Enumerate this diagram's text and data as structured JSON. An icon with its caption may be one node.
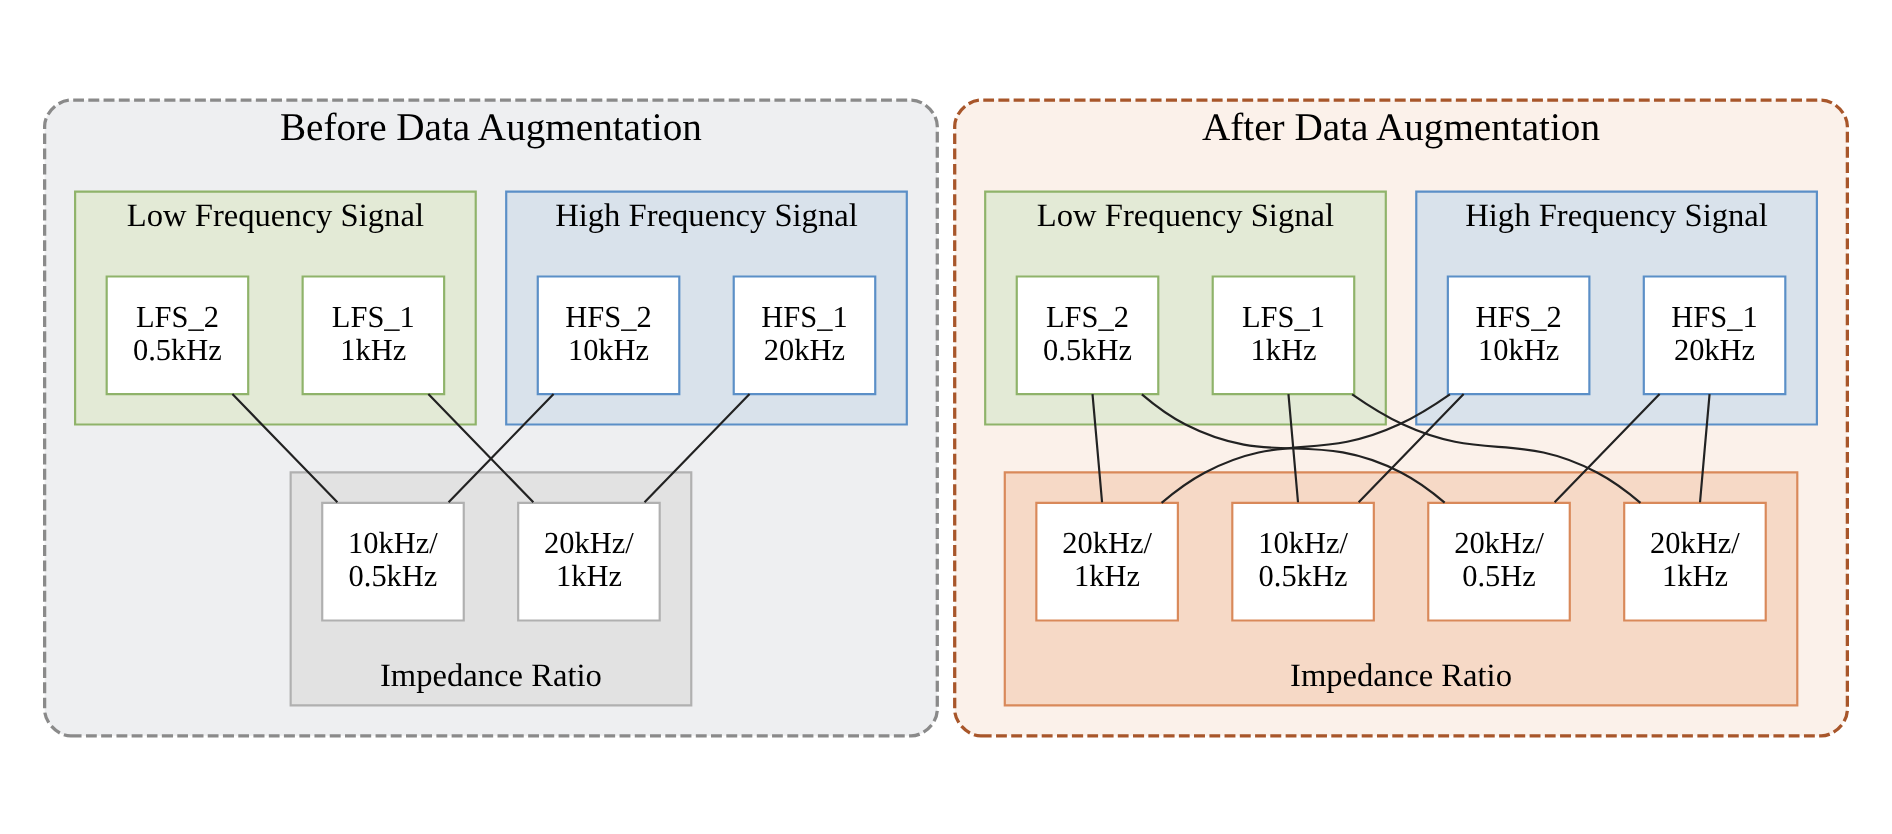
{
  "diagram": {
    "nodes": [
      {
        "text": [
          "Before Data Augmentation"
        ]
      },
      {
        "text": [
          "High Frequency Signal"
        ],
        "in": 0
      },
      {
        "text": [
          "HFS_1 20kHz"
        ],
        "in": 1
      },
      {
        "text": [
          "HFS_2 10kHz"
        ],
        "in": 1
      },
      {
        "text": [
          "Low Frequency Signal"
        ],
        "in": 0
      },
      {
        "text": [
          "LFS_1 1kHz"
        ],
        "in": 4
      },
      {
        "text": [
          "LFS_2 0.5kHz"
        ],
        "in": 4
      },
      {
        "text": [
          "Impedance Ratio"
        ],
        "in": 0
      },
      {
        "text": [
          "20kHz/ 1kHz"
        ],
        "in": 7
      },
      {
        "text": [
          "10kHz/ 0.5kHz"
        ],
        "in": 7
      },
      {
        "text": [
          "After Data Augmentation"
        ]
      },
      {
        "text": [
          "High Frequency Signal"
        ],
        "in": 10
      },
      {
        "text": [
          "HFS_1 20kHz"
        ],
        "in": 11
      },
      {
        "text": [
          "HFS_2 10kHz"
        ],
        "in": 11
      },
      {
        "text": [
          "Low Frequency Signal"
        ],
        "in": 10
      },
      {
        "text": [
          "LFS_1 1kHz"
        ],
        "in": 14
      },
      {
        "text": [
          "LFS_2 0.5kHz"
        ],
        "in": 14
      },
      {
        "text": [
          "Impedance Ratio"
        ],
        "in": 10
      },
      {
        "text": [
          "20kHz/ 1kHz"
        ],
        "in": 17
      },
      {
        "text": [
          "20kHz/ 0.5Hz"
        ],
        "in": 17
      },
      {
        "text": [
          "10kHz/ 0.5kHz"
        ],
        "in": 17
      },
      {
        "text": [
          "20kHz/ 1kHz"
        ],
        "in": 17
      }
    ],
    "edges": [
      {
        "from": 2,
        "to": 8,
        "arrow": "none"
      },
      {
        "from": 3,
        "to": 9,
        "arrow": "none"
      },
      {
        "from": 5,
        "to": 8,
        "arrow": "none"
      },
      {
        "from": 6,
        "to": 9,
        "arrow": "none"
      },
      {
        "from": 12,
        "to": 18,
        "arrow": "none"
      },
      {
        "from": 12,
        "to": 19,
        "arrow": "none"
      },
      {
        "from": 13,
        "to": 20,
        "arrow": "none"
      },
      {
        "from": 13,
        "to": 21,
        "arrow": "none"
      },
      {
        "from": 15,
        "to": 18,
        "arrow": "none"
      },
      {
        "from": 15,
        "to": 20,
        "arrow": "none"
      },
      {
        "from": 16,
        "to": 19,
        "arrow": "none"
      },
      {
        "from": 16,
        "to": 21,
        "arrow": "none"
      }
    ]
  }
}
